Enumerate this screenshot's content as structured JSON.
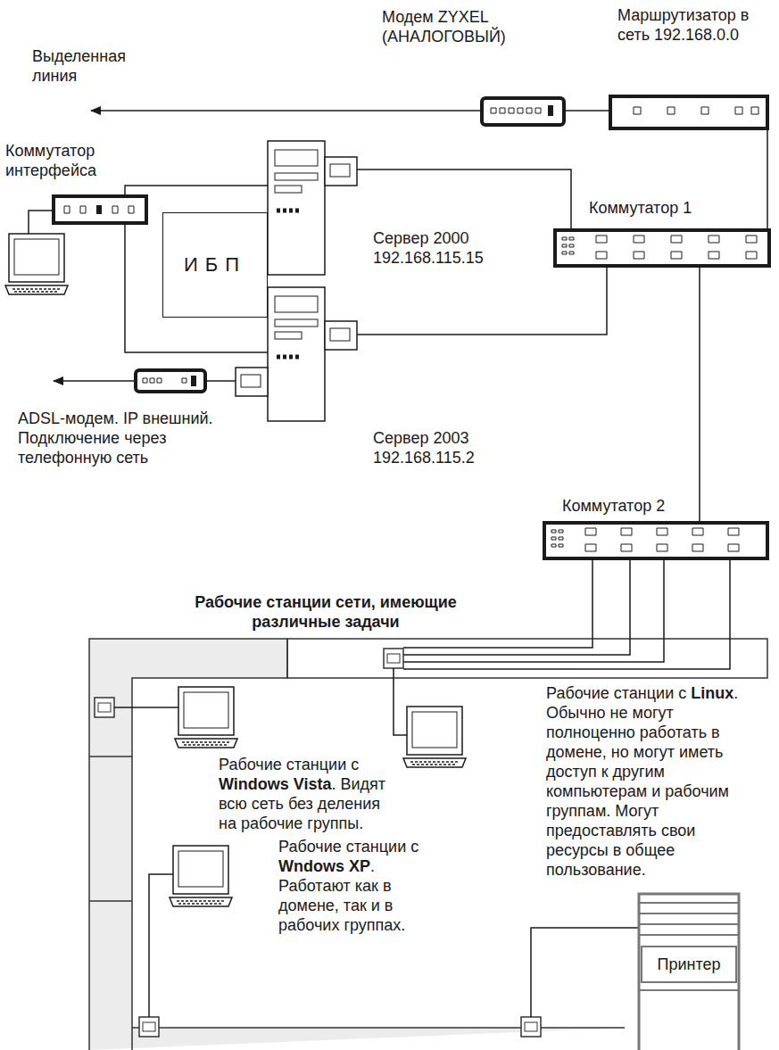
{
  "diagram": {
    "nodes": [
      {
        "text": [
          "ИБП"
        ]
      },
      {
        "text": [
          "Принтер"
        ]
      }
    ],
    "labels": [
      "Выделенная линия",
      "Модем ZYXEL (АНАЛОГОВЫЙ)",
      "Маршрутизатор в сеть 192.168.0.0",
      "Коммутатор интерфейса",
      "Сервер 2000 192.168.115.15",
      "Коммутатор 1",
      "Сервер 2003 192.168.115.2",
      "ADSL-модем. IP внешний. Подключение через телефонную сеть",
      "Коммутатор 2",
      "Рабочие станции сети, имеющие различные задачи",
      "Рабочие станции с",
      "Linux",
      ". Обычно не могут полноценно работать в домене, но могут иметь доступ к другим компьютерам и рабочим группам. Могут предоставлять свои ресурсы в общее пользование.",
      "Рабочие станции с",
      "Windows Vista",
      ". Видят всю сеть без деления на рабочие группы.",
      "Рабочие станции с",
      "Wndows XP",
      ". Работают как в домене, так и в рабочих группах."
    ]
  }
}
